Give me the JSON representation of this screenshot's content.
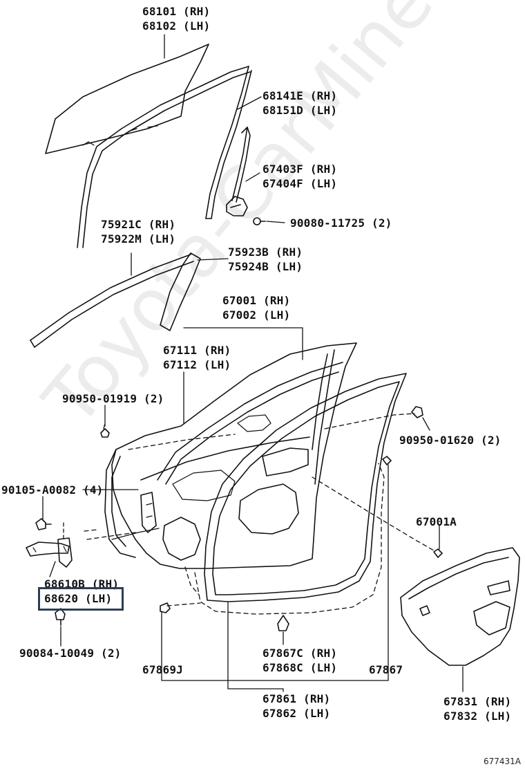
{
  "watermark": "Toyota-CarMine.ru",
  "figure_id": "677431A",
  "highlight_color": "#2a3f54",
  "callouts": {
    "c1": [
      "68101 (RH)",
      "68102 (LH)"
    ],
    "c2": [
      "68141E (RH)",
      "68151D (LH)"
    ],
    "c3": [
      "67403F (RH)",
      "67404F (LH)"
    ],
    "c4": [
      "90080-11725 (2)"
    ],
    "c5": [
      "75921C (RH)",
      "75922M (LH)"
    ],
    "c6": [
      "75923B (RH)",
      "75924B (LH)"
    ],
    "c7": [
      "67001 (RH)",
      "67002 (LH)"
    ],
    "c8": [
      "67111 (RH)",
      "67112 (LH)"
    ],
    "c9": [
      "90950-01919 (2)"
    ],
    "c10": [
      "90950-01620 (2)"
    ],
    "c11": [
      "90105-A0082 (4)"
    ],
    "c12": [
      "67001A"
    ],
    "c13": [
      "68610B (RH)",
      "68620 (LH)"
    ],
    "c14": [
      "90084-10049 (2)"
    ],
    "c15": [
      "67867C (RH)",
      "67868C (LH)"
    ],
    "c16": [
      "67869J"
    ],
    "c17": [
      "67867"
    ],
    "c18": [
      "67861 (RH)",
      "67862 (LH)"
    ],
    "c19": [
      "67831 (RH)",
      "67832 (LH)"
    ]
  }
}
